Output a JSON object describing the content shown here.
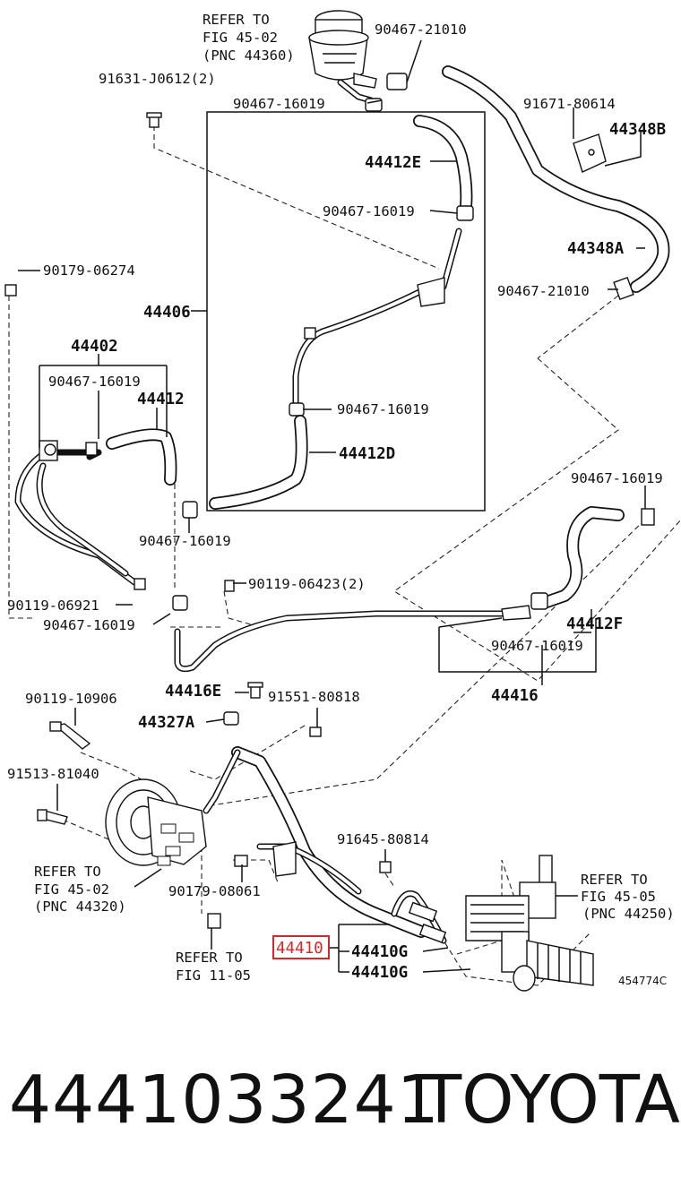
{
  "diagram": {
    "callouts": {
      "refer_45_02_top_l1": "REFER TO",
      "refer_45_02_top_l2": "FIG 45-02",
      "refer_45_02_top_l3": "(PNC 44360)",
      "p90467_21010_top": "90467-21010",
      "p91631_j0612": "91631-J0612(2)",
      "p90467_16019_a": "90467-16019",
      "p91671_80614": "91671-80614",
      "p44348b": "44348B",
      "p44412e": "44412E",
      "p90467_16019_b": "90467-16019",
      "p90179_06274": "90179-06274",
      "p44348a": "44348A",
      "p90467_21010_r": "90467-21010",
      "p44406": "44406",
      "p44402": "44402",
      "p90467_16019_c": "90467-16019",
      "p44412": "44412",
      "p90467_16019_d": "90467-16019",
      "p44412d": "44412D",
      "p90467_16019_e": "90467-16019",
      "p90467_16019_f": "90467-16019",
      "p90119_06423": "90119-06423(2)",
      "p90119_06921": "90119-06921",
      "p90467_16019_g": "90467-16019",
      "p44412f": "44412F",
      "p90467_16019_h": "90467-16019",
      "p90119_10906": "90119-10906",
      "p44416e": "44416E",
      "p91551_80818": "91551-80818",
      "p44416": "44416",
      "p44327a": "44327A",
      "p91513_81040": "91513-81040",
      "p91645_80814": "91645-80814",
      "refer_45_02_low_l1": "REFER TO",
      "refer_45_02_low_l2": "FIG 45-02",
      "refer_45_02_low_l3": "(PNC 44320)",
      "p90179_08061": "90179-08061",
      "refer_45_05_l1": "REFER TO",
      "refer_45_05_l2": "FIG 45-05",
      "refer_45_05_l3": "(PNC 44250)",
      "p44410": "44410",
      "p44410g_a": "44410G",
      "p44410g_b": "44410G",
      "refer_11_05_l1": "REFER TO",
      "refer_11_05_l2": "FIG 11-05",
      "drawing_id": "454774C"
    },
    "highlight_color": "#d9262b"
  },
  "footer": {
    "part_number": "4441033241",
    "brand": "TOYOTA"
  }
}
